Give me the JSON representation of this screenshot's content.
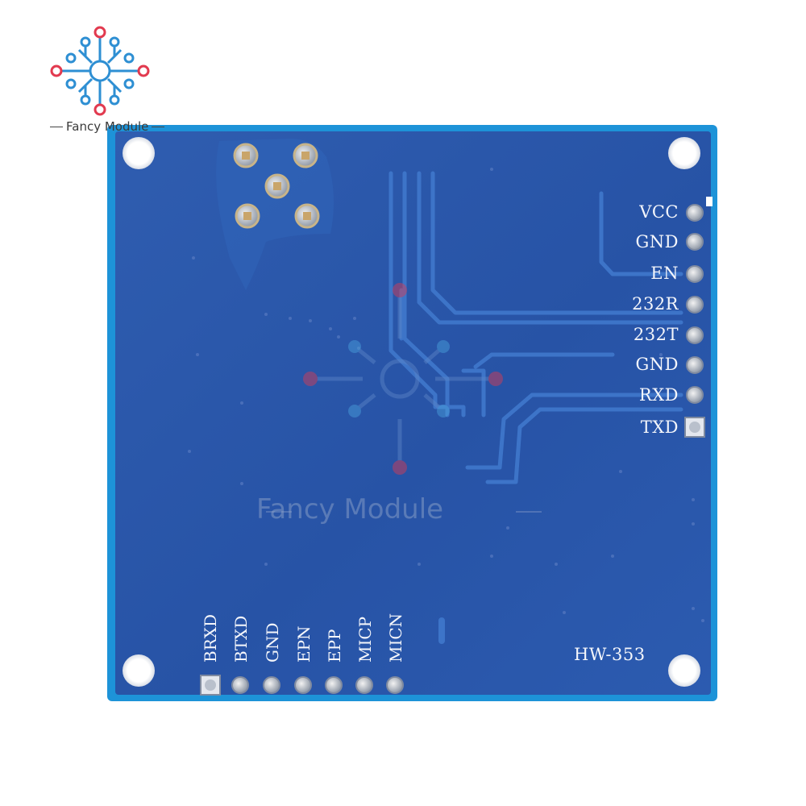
{
  "logo": {
    "brand_name": "Fancy Module"
  },
  "watermark": {
    "text": "Fancy Module"
  },
  "board": {
    "model": "HW-353",
    "side_pins": [
      "VCC",
      "GND",
      "EN",
      "232R",
      "232T",
      "GND",
      "RXD",
      "TXD"
    ],
    "bottom_pins": [
      "BRXD",
      "BTXD",
      "GND",
      "EPN",
      "EPP",
      "MICP",
      "MICN"
    ]
  },
  "colors": {
    "pcb_blue": "#2a57a8",
    "pcb_edge": "#1f8fd6",
    "silkscreen": "#f4f6fb",
    "pad_gold": "#c9a56a",
    "logo_red": "#e23a4f",
    "logo_blue": "#2e8fd3"
  }
}
